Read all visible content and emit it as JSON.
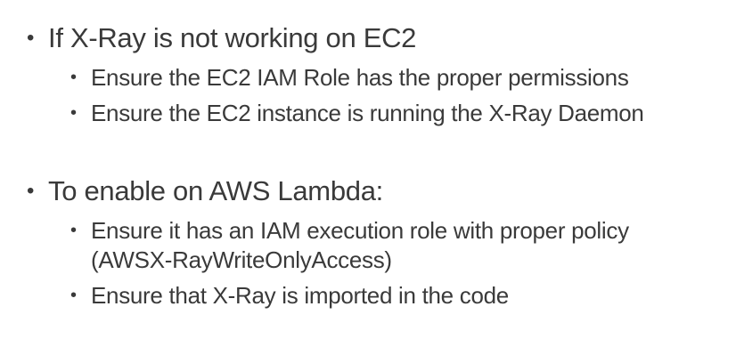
{
  "slide": {
    "sections": [
      {
        "heading": "If X-Ray is not working on EC2",
        "items": [
          "Ensure the EC2 IAM Role has the proper permissions",
          "Ensure the EC2 instance is running the X-Ray Daemon"
        ]
      },
      {
        "heading": "To enable on AWS Lambda:",
        "items": [
          "Ensure it has an IAM execution role with proper policy",
          "Ensure that X-Ray is imported in the code"
        ],
        "item_continuation": "(AWSX-RayWriteOnlyAccess)"
      }
    ],
    "bullet_glyph": "•"
  }
}
